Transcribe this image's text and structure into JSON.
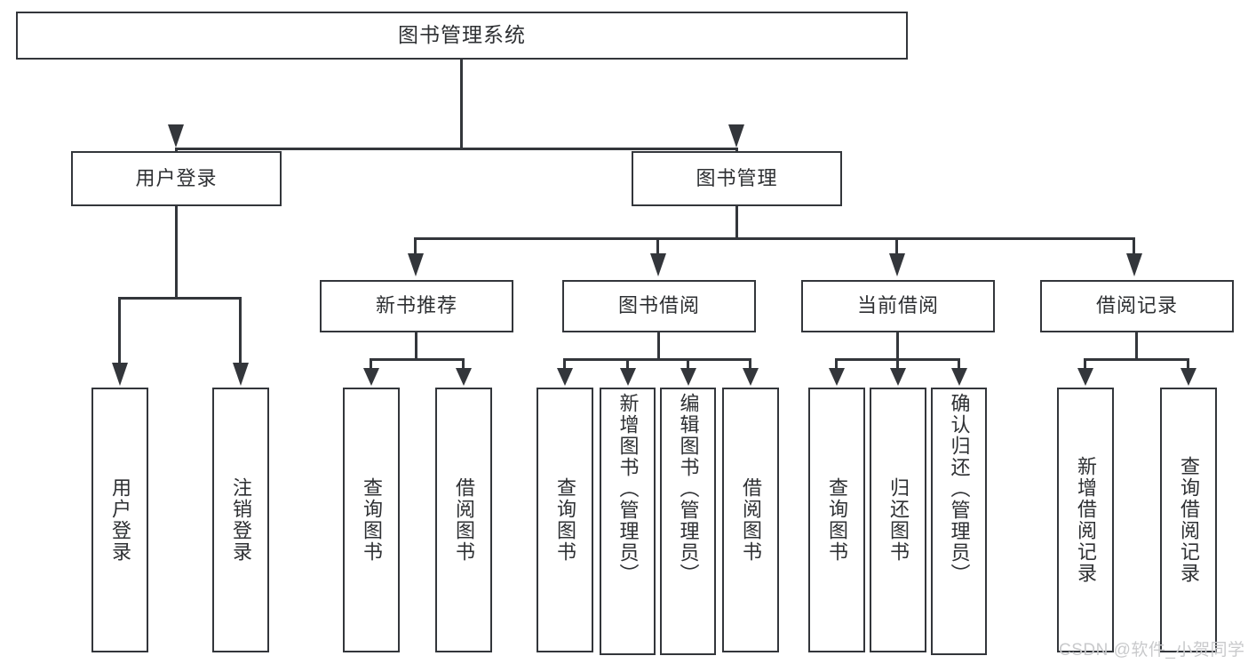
{
  "diagram": {
    "title": "图书管理系统",
    "root": {
      "label": "图书管理系统"
    },
    "level2": [
      {
        "label": "用户登录"
      },
      {
        "label": "图书管理"
      }
    ],
    "level3": [
      {
        "label": "新书推荐"
      },
      {
        "label": "图书借阅"
      },
      {
        "label": "当前借阅"
      },
      {
        "label": "借阅记录"
      }
    ],
    "leaves": {
      "user_login": [
        {
          "label": "用户登录"
        },
        {
          "label": "注销登录"
        }
      ],
      "new_book_recommend": [
        {
          "label": "查询图书"
        },
        {
          "label": "借阅图书"
        }
      ],
      "book_borrow": [
        {
          "label": "查询图书"
        },
        {
          "label": "新增图书（管理员）"
        },
        {
          "label": "编辑图书（管理员）"
        },
        {
          "label": "借阅图书"
        }
      ],
      "current_borrow": [
        {
          "label": "查询图书"
        },
        {
          "label": "归还图书"
        },
        {
          "label": "确认归还（管理员）"
        }
      ],
      "borrow_record": [
        {
          "label": "新增借阅记录"
        },
        {
          "label": "查询借阅记录"
        }
      ]
    }
  },
  "watermark": {
    "text": "CSDN @软件_小贺同学"
  },
  "colors": {
    "stroke": "#33363b",
    "text": "#2e3033",
    "background": "#ffffff",
    "watermark": "#c9cacc"
  }
}
